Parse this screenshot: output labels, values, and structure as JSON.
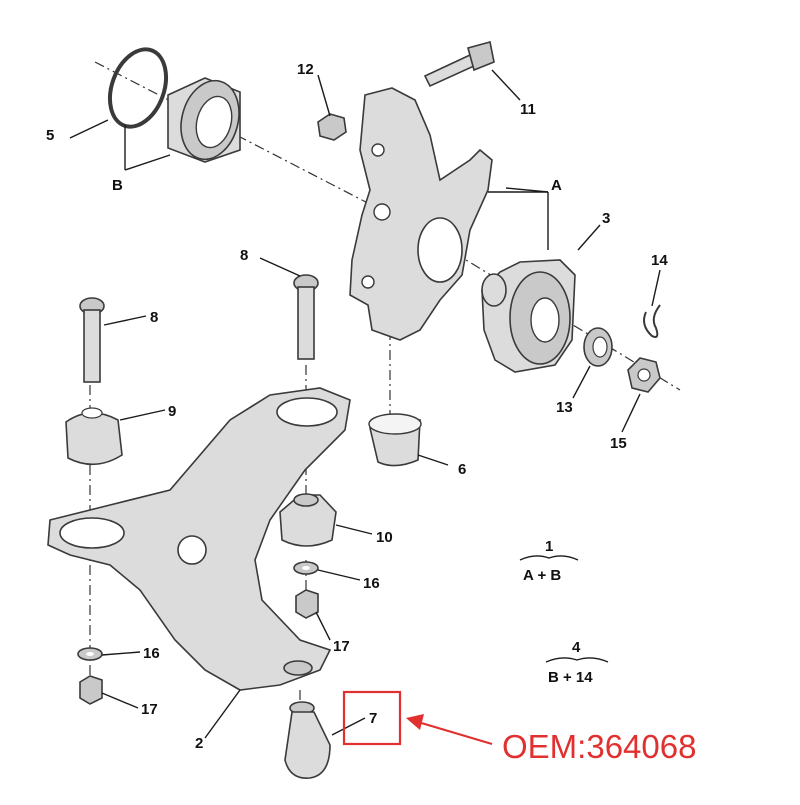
{
  "callouts": {
    "c1": "1",
    "c2": "2",
    "c3": "3",
    "c4": "4",
    "c5": "5",
    "c6": "6",
    "c7": "7",
    "c8a": "8",
    "c8b": "8",
    "c9": "9",
    "c10": "10",
    "c11": "11",
    "c12": "12",
    "c13": "13",
    "c14": "14",
    "c15": "15",
    "c16a": "16",
    "c16b": "16",
    "c17a": "17",
    "c17b": "17",
    "cA": "A",
    "cB": "B"
  },
  "legend": {
    "kit1_number": "1",
    "kit1_parts": "A + B",
    "kit4_number": "4",
    "kit4_parts": "B + 14"
  },
  "oem_label": "OEM:364068",
  "colors": {
    "highlight_red": "#e0302f",
    "part_gray": "#dcdcdc",
    "line_dark": "#1a1a1a"
  }
}
